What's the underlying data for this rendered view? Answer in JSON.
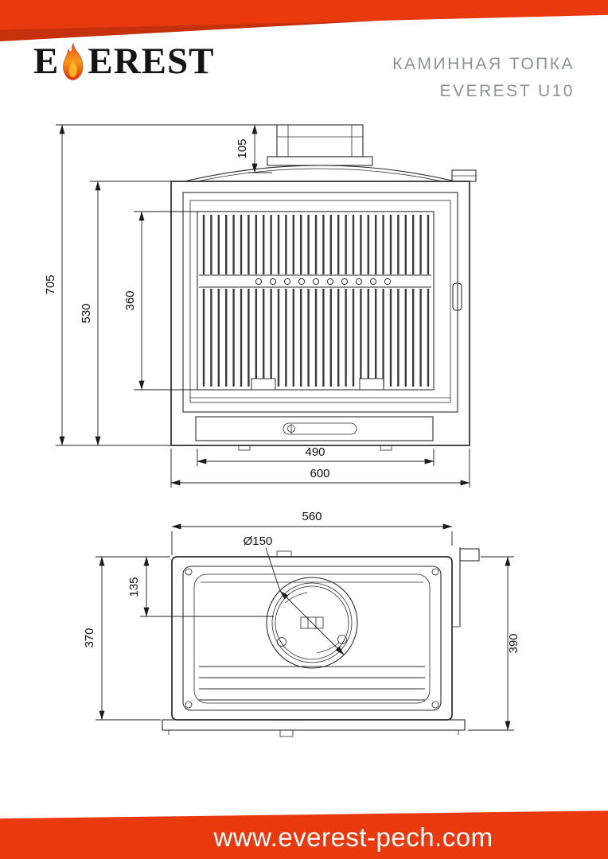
{
  "header": {
    "logo_prefix": "E",
    "logo_suffix": "EREST",
    "title_line1": "КАМИННАЯ ТОПКА",
    "title_line2": "EVEREST U10"
  },
  "front_view": {
    "dims": {
      "d105": "105",
      "d705": "705",
      "d530": "530",
      "d360": "360",
      "d490": "490",
      "d600": "600"
    }
  },
  "top_view": {
    "dims": {
      "d560": "560",
      "d150": "Ø150",
      "d135": "135",
      "d370": "370",
      "d390": "390"
    }
  },
  "footer": {
    "website": "www.everest-pech.com"
  },
  "colors": {
    "accent_red": "#E83A0E",
    "accent_dark_red": "#C5310D",
    "flame_orange": "#F89A1A",
    "drawing_ink": "#2B2B2B",
    "title_gray": "#8F9294"
  }
}
